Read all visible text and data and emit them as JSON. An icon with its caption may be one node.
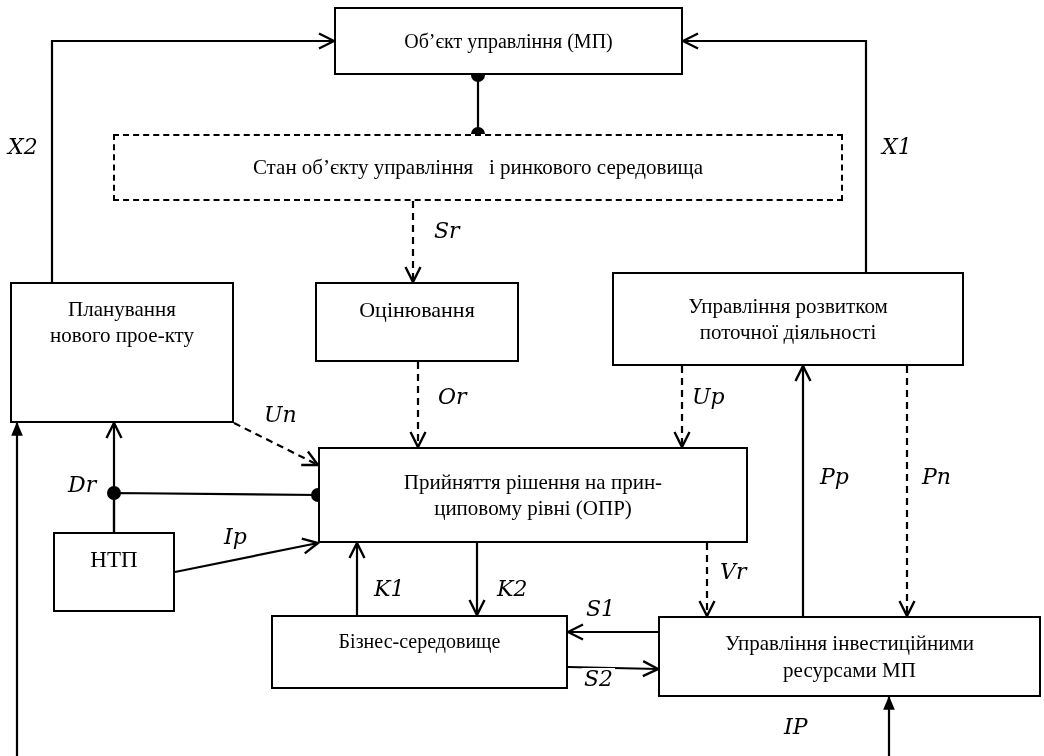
{
  "diagram": {
    "nodes": [
      {
        "text": [
          "Об’єкт управління (МП)"
        ]
      },
      {
        "text": [
          "Стан об’єкту управління   і ринкового середовища"
        ]
      },
      {
        "text": [
          "Оцінювання"
        ]
      },
      {
        "text": [
          "Планування нового прое-кту"
        ]
      },
      {
        "text": [
          "Управління розвитком поточної діяльності"
        ]
      },
      {
        "text": [
          "Прийняття рішення на прин-циповому рівні (ОПР)"
        ]
      },
      {
        "text": [
          "НТП"
        ]
      },
      {
        "text": [
          "Бізнес-середовище"
        ]
      },
      {
        "text": [
          "Управління інвестиційними ресурсами МП"
        ]
      }
    ],
    "edges": [
      {
        "from": 3,
        "to": 0,
        "arrow": "to",
        "label": "X2"
      },
      {
        "from": 4,
        "to": 0,
        "arrow": "to",
        "label": "X1"
      },
      {
        "from": 0,
        "to": 1,
        "arrow": "other"
      },
      {
        "from": 1,
        "to": 2,
        "arrow": "to",
        "label": "Sr",
        "style": "dashed"
      },
      {
        "from": 2,
        "to": 5,
        "arrow": "to",
        "label": "Or",
        "style": "dashed"
      },
      {
        "from": 3,
        "to": 5,
        "arrow": "to",
        "label": "Un",
        "style": "dashed"
      },
      {
        "from": 4,
        "to": 5,
        "arrow": "to",
        "label": "Up",
        "style": "dashed"
      },
      {
        "from": 6,
        "to": 3,
        "arrow": "to",
        "label": "Dr"
      },
      {
        "from": 6,
        "to": 5,
        "arrow": "other"
      },
      {
        "from": 6,
        "to": 5,
        "arrow": "to",
        "label": "Ip"
      },
      {
        "from": 7,
        "to": 5,
        "arrow": "to",
        "label": "K1"
      },
      {
        "from": 5,
        "to": 7,
        "arrow": "to",
        "label": "K2"
      },
      {
        "from": 5,
        "to": 8,
        "arrow": "to",
        "label": "Vr",
        "style": "dashed"
      },
      {
        "from": 8,
        "to": 4,
        "arrow": "to",
        "label": "Pp"
      },
      {
        "from": 4,
        "to": 8,
        "arrow": "to",
        "label": "Pn",
        "style": "dashed"
      },
      {
        "from": 8,
        "to": 7,
        "arrow": "to",
        "label": "S1"
      },
      {
        "from": 7,
        "to": 8,
        "arrow": "to",
        "label": "S2"
      },
      {
        "from": null,
        "to": 8,
        "arrow": "to",
        "label": "IP"
      },
      {
        "from": null,
        "to": 3,
        "arrow": "to"
      }
    ]
  }
}
